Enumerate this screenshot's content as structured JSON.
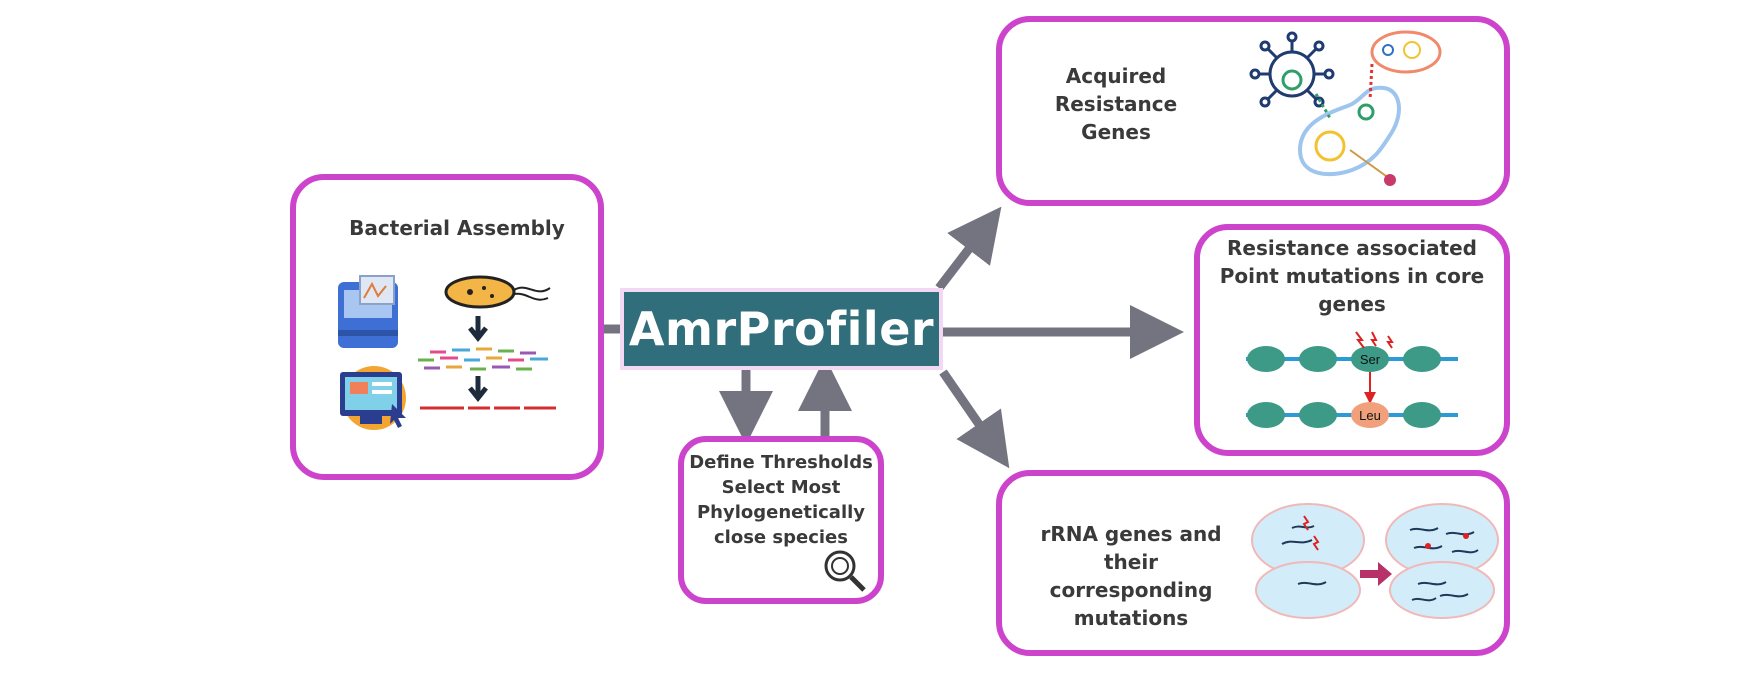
{
  "center": {
    "title": "AmrProfiler",
    "color": "#2f6e7a"
  },
  "colors": {
    "border": "#cc44cc",
    "arrow": "#747480"
  },
  "input": {
    "title": "Bacterial Assembly"
  },
  "thresholds": {
    "lines": [
      "Define Thresholds",
      "Select Most",
      "Phylogenetically",
      "close species"
    ]
  },
  "outputs": {
    "acquired": {
      "lines": [
        "Acquired",
        "Resistance",
        "Genes"
      ]
    },
    "point": {
      "lines": [
        "Resistance associated",
        "Point mutations in core",
        "genes"
      ],
      "wild": "Ser",
      "mutant": "Leu"
    },
    "rrna": {
      "lines": [
        "rRNA genes and their",
        "corresponding",
        "mutations"
      ]
    }
  }
}
